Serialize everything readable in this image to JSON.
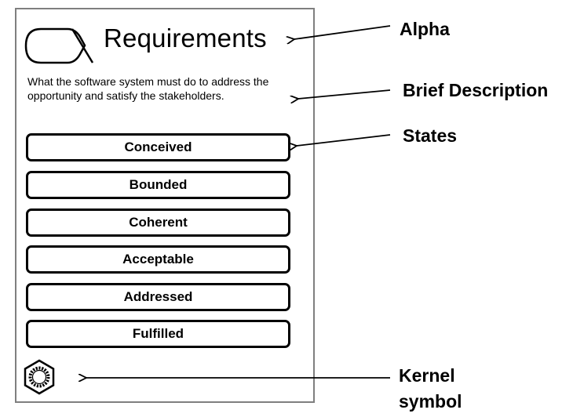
{
  "alpha": {
    "title": "Requirements",
    "description": "What the software system must do to address the opportunity and satisfy the stakeholders.",
    "states": [
      {
        "label": "Conceived"
      },
      {
        "label": "Bounded"
      },
      {
        "label": "Coherent"
      },
      {
        "label": "Acceptable"
      },
      {
        "label": "Addressed"
      },
      {
        "label": "Fulfilled"
      }
    ],
    "icon": "alpha-symbol-icon",
    "kernel_icon": "kernel-hexagon-icon"
  },
  "callouts": {
    "alpha": "Alpha",
    "brief_description": "Brief Description",
    "states": "States",
    "kernel_line1": "Kernel",
    "kernel_line2": "symbol"
  },
  "colors": {
    "card_border": "#7f7f7f",
    "stroke": "#000000"
  }
}
